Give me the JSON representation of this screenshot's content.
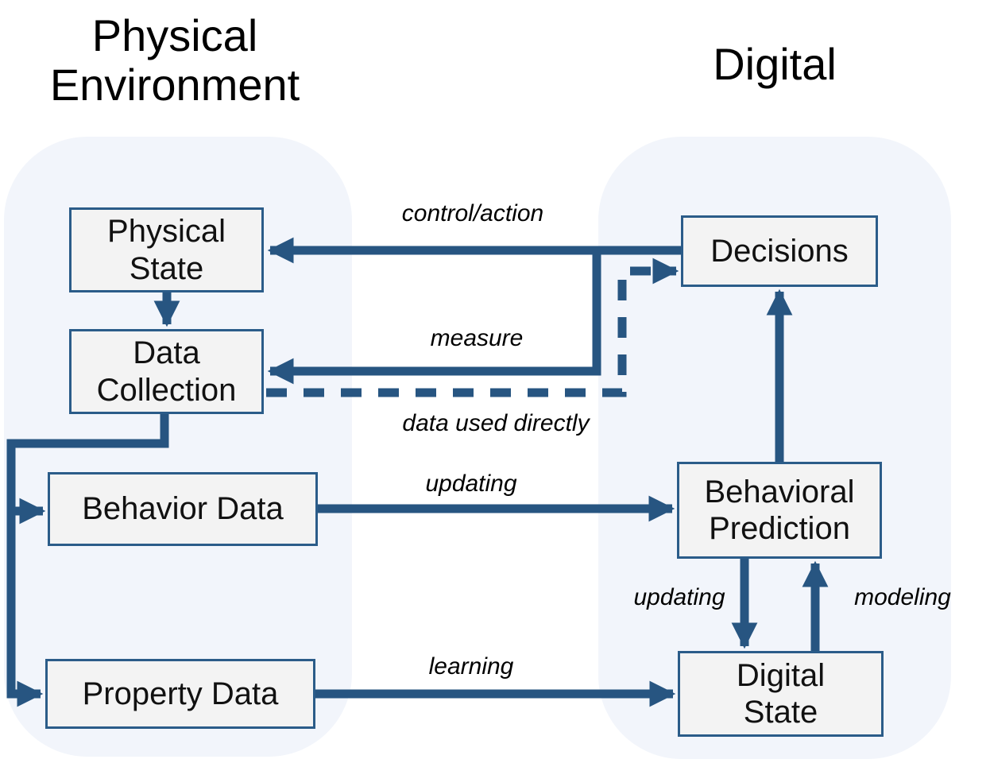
{
  "titles": {
    "physical": "Physical Environment",
    "digital": "Digital"
  },
  "nodes": {
    "physical_state": "Physical State",
    "data_collection": "Data Collection",
    "behavior_data": "Behavior Data",
    "property_data": "Property Data",
    "decisions": "Decisions",
    "behavioral_prediction": "Behavioral Prediction",
    "digital_state": "Digital State"
  },
  "edges": {
    "control_action": "control/action",
    "measure": "measure",
    "data_used_directly": "data used directly",
    "updating_behavior": "updating",
    "learning": "learning",
    "updating_state": "updating",
    "modeling": "modeling"
  },
  "colors": {
    "line": "#275581",
    "panel_fill": "#f2f5fb",
    "node_fill": "#f3f3f3",
    "node_border": "#2b5c89",
    "text": "#111111"
  }
}
